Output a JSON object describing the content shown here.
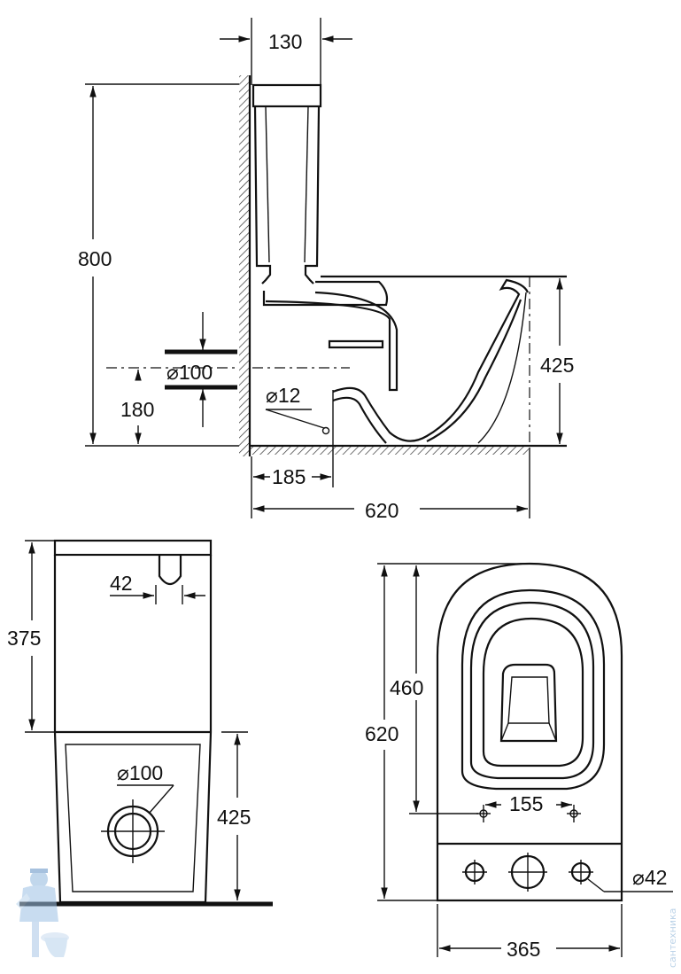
{
  "side_view": {
    "dims": {
      "tank_depth": "130",
      "total_height": "800",
      "outlet_diameter": "⌀100",
      "outlet_height": "180",
      "inlet_diameter": "⌀12",
      "inlet_offset": "185",
      "total_length": "620",
      "bowl_height": "425"
    }
  },
  "front_view": {
    "dims": {
      "button_width": "42",
      "tank_height": "375",
      "outlet_diameter": "⌀100",
      "bowl_height": "425"
    }
  },
  "top_view": {
    "dims": {
      "bowl_length": "460",
      "total_length": "620",
      "bolt_spacing": "155",
      "hole_diameter": "⌀42",
      "total_width": "365"
    }
  },
  "watermark": {
    "text": "сантехника"
  }
}
